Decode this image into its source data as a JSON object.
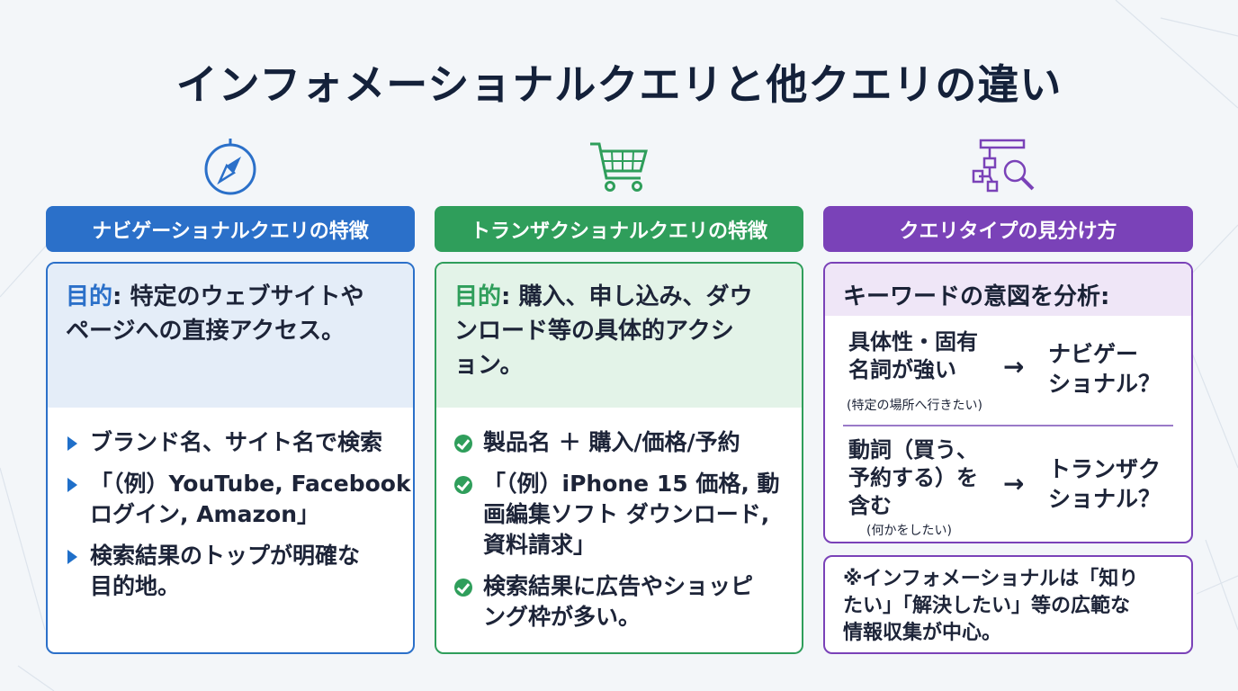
{
  "title": "インフォメーショナルクエリと他クエリの違い",
  "colors": {
    "blue": "#2b70c9",
    "green": "#2f9e5b",
    "purple": "#7a42b8"
  },
  "columns": [
    {
      "icon": "compass-icon",
      "header": "ナビゲーショナルクエリの特徴",
      "purpose_key": "目的",
      "purpose_lines": [
        "目的: 特定のウェブサイトや",
        "ページへの直接アクセス。"
      ],
      "bullets": [
        [
          "ブランド名、サイト名で検索"
        ],
        [
          "「（例）YouTube, Facebook",
          "ログイン, Amazon」"
        ],
        [
          "検索結果のトップが明確な",
          "目的地。"
        ]
      ]
    },
    {
      "icon": "shopping-cart-icon",
      "header": "トランザクショナルクエリの特徴",
      "purpose_key": "目的",
      "purpose_lines": [
        "目的: 購入、申し込み、ダウ",
        "ンロード等の具体的アクシ",
        "ョン。"
      ],
      "bullets": [
        [
          "製品名 ＋ 購入/価格/予約"
        ],
        [
          "「（例）iPhone 15 価格, 動",
          "画編集ソフト ダウンロード,",
          "資料請求」"
        ],
        [
          "検索結果に広告やショッピ",
          "ング枠が多い。"
        ]
      ]
    },
    {
      "icon": "flowchart-search-icon",
      "header": "クエリタイプの見分け方",
      "heading": "キーワードの意図を分析:",
      "rules": [
        {
          "condition": [
            "具体性・固有",
            "名詞が強い"
          ],
          "arrow": "→",
          "result": [
            "ナビゲー",
            "ショナル？"
          ],
          "note": "(特定の場所へ行きたい)"
        },
        {
          "condition": [
            "動詞（買う、",
            "予約する）を",
            "含む"
          ],
          "arrow": "→",
          "result": [
            "トランザク",
            "ショナル？"
          ],
          "note": "(何かをしたい)"
        }
      ],
      "footnote": [
        "※インフォメーショナルは「知り",
        "たい」「解決したい」等の広範な",
        "情報収集が中心。"
      ]
    }
  ]
}
